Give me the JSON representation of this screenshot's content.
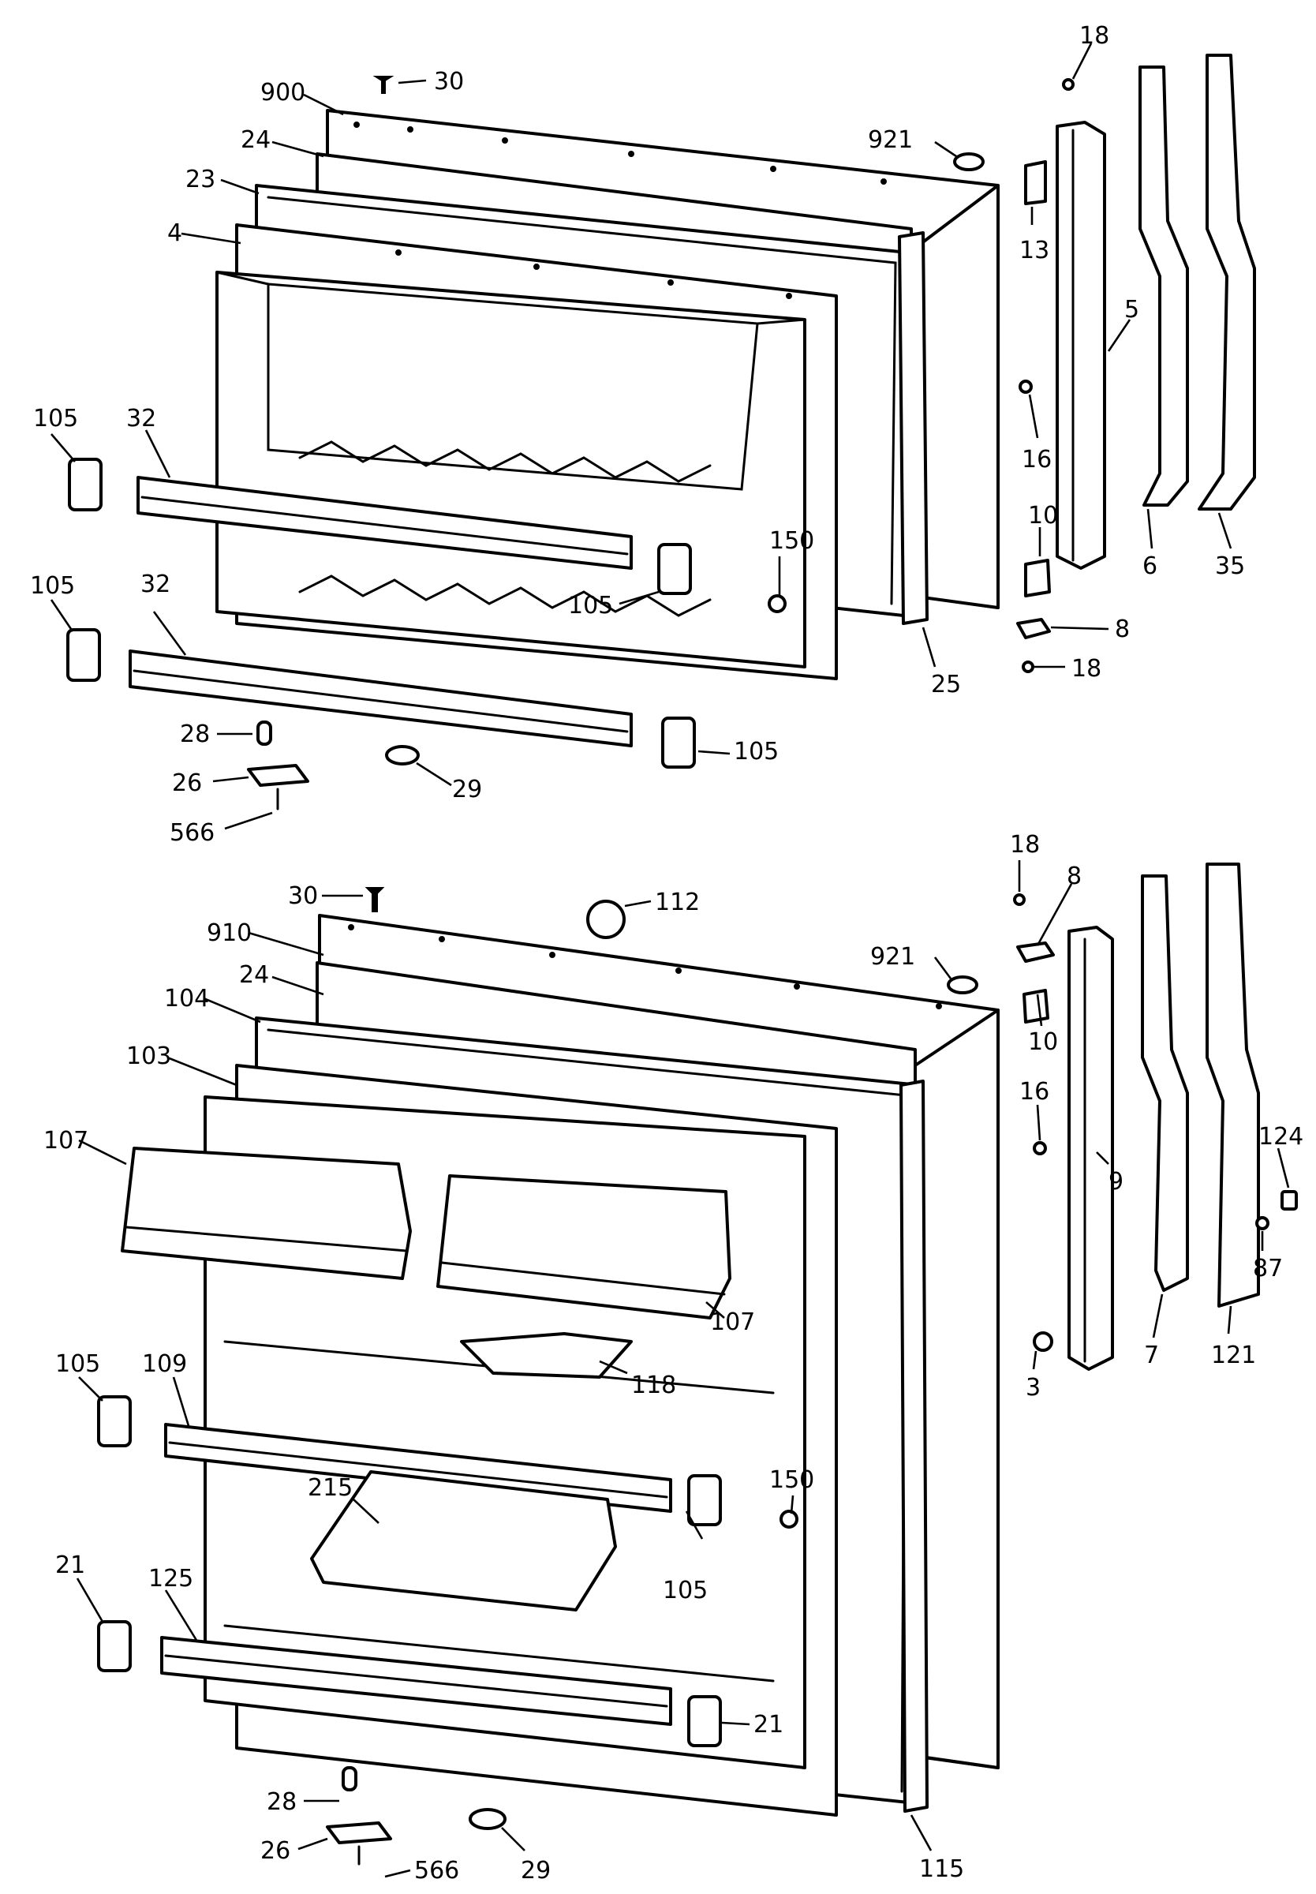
{
  "diagram": {
    "upper_door_callouts": [
      "900",
      "30",
      "24",
      "23",
      "4",
      "921",
      "18",
      "13",
      "5",
      "16",
      "10",
      "6",
      "35",
      "8",
      "18",
      "105",
      "32",
      "105",
      "32",
      "150",
      "105",
      "25",
      "28",
      "26",
      "566",
      "29",
      "105"
    ],
    "lower_door_callouts": [
      "30",
      "112",
      "910",
      "24",
      "104",
      "103",
      "921",
      "18",
      "8",
      "10",
      "16",
      "9",
      "107",
      "107",
      "118",
      "124",
      "87",
      "7",
      "121",
      "3",
      "105",
      "109",
      "150",
      "105",
      "215",
      "21",
      "125",
      "21",
      "28",
      "26",
      "566",
      "29",
      "115"
    ]
  }
}
